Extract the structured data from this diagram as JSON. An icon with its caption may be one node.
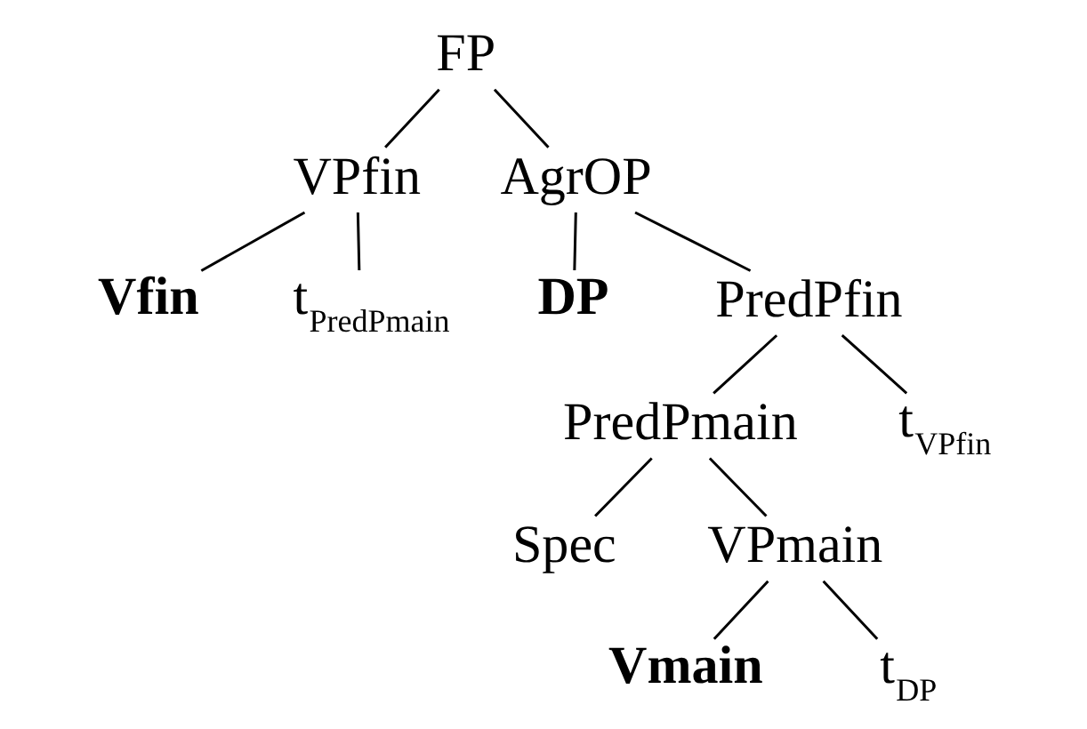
{
  "diagram": {
    "nodes": [
      {
        "text": [
          "FP"
        ]
      },
      {
        "text": [
          "VPfin"
        ]
      },
      {
        "text": [
          "AgrOP"
        ]
      },
      {
        "text": [
          "Vfin"
        ]
      },
      {
        "text": [
          "t$_{PredPmain}$"
        ]
      },
      {
        "text": [
          "DP"
        ]
      },
      {
        "text": [
          "PredPfin"
        ]
      },
      {
        "text": [
          "PredPmain"
        ]
      },
      {
        "text": [
          "t$_{VPfin}$"
        ]
      },
      {
        "text": [
          "Spec"
        ]
      },
      {
        "text": [
          "VPmain"
        ]
      },
      {
        "text": [
          "Vmain"
        ]
      },
      {
        "text": [
          "t$_{DP}$"
        ]
      }
    ],
    "edges": [
      {
        "from": 0,
        "to": 1,
        "arrow": "none"
      },
      {
        "from": 0,
        "to": 2,
        "arrow": "none"
      },
      {
        "from": 1,
        "to": 3,
        "arrow": "none"
      },
      {
        "from": 1,
        "to": 4,
        "arrow": "none"
      },
      {
        "from": 2,
        "to": 5,
        "arrow": "none"
      },
      {
        "from": 2,
        "to": 6,
        "arrow": "none"
      },
      {
        "from": 6,
        "to": 7,
        "arrow": "none"
      },
      {
        "from": 6,
        "to": 8,
        "arrow": "none"
      },
      {
        "from": 7,
        "to": 9,
        "arrow": "none"
      },
      {
        "from": 7,
        "to": 10,
        "arrow": "none"
      },
      {
        "from": 10,
        "to": 11,
        "arrow": "none"
      },
      {
        "from": 10,
        "to": 12,
        "arrow": "none"
      }
    ]
  }
}
